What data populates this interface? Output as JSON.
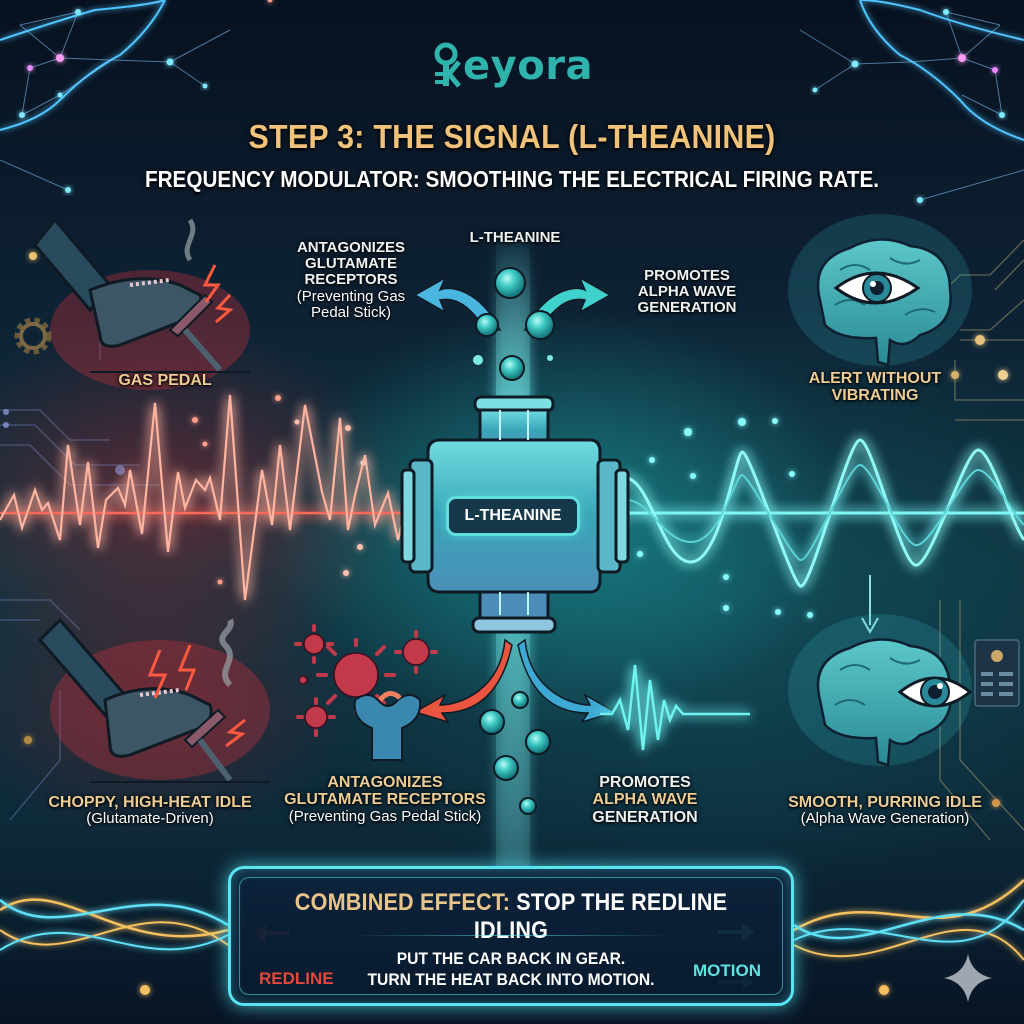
{
  "brand": {
    "logo_text": "eyora",
    "logo_full": "Keyora",
    "color": "#2fb3ad"
  },
  "header": {
    "title": "STEP 3: THE SIGNAL (L-THEANINE)",
    "subtitle": "FREQUENCY MODULATOR: SMOOTHING THE ELECTRICAL FIRING RATE."
  },
  "top_section": {
    "left": {
      "icon": "foot-on-gas-pedal-icon",
      "label": "GAS PEDAL"
    },
    "center": {
      "source_label": "L-THEANINE",
      "left_effect": {
        "lines": [
          "ANTAGONIZES",
          "GLUTAMATE",
          "RECEPTORS"
        ],
        "sub_lines": [
          "(Preventing Gas",
          "Pedal Stick)"
        ]
      },
      "right_effect": {
        "lines": [
          "PROMOTES",
          "ALPHA WAVE",
          "GENERATION"
        ]
      }
    },
    "right": {
      "icon": "brain-with-eye-icon",
      "lines": [
        "ALERT WITHOUT",
        "VIBRATING"
      ]
    }
  },
  "modulator": {
    "label": "L-THEANINE",
    "input_signal": "choppy red spike waveform",
    "output_signal": "smooth cyan sine waveform"
  },
  "bottom_section": {
    "left": {
      "icon": "foot-on-gas-pedal-icon",
      "label": "CHOPPY, HIGH-HEAT IDLE",
      "sub": "(Glutamate-Driven)"
    },
    "center_left": {
      "icon": "glutamate-receptor-blocked-icon",
      "lines": [
        "ANTAGONIZES",
        "GLUTAMATE RECEPTORS"
      ],
      "sub": "(Preventing Gas Pedal Stick)"
    },
    "center_right": {
      "icon": "alpha-wave-icon",
      "line1": "PROMOTES",
      "line2": "ALPHA WAVE",
      "line3": "GENERATION"
    },
    "right": {
      "icon": "brain-with-eye-icon",
      "label": "SMOOTH, PURRING IDLE",
      "sub": "(Alpha Wave Generation)"
    }
  },
  "combined_panel": {
    "heading_gold": "COMBINED EFFECT:",
    "heading_white": "STOP THE REDLINE IDLING",
    "body_line1": "PUT THE CAR BACK IN GEAR.",
    "body_line2": "TURN THE HEAT BACK INTO MOTION.",
    "left_label": "REDLINE",
    "right_label": "MOTION",
    "left_color": "#e2483c",
    "right_color": "#5ee3df"
  },
  "colors": {
    "title_gold": "#f0c27a",
    "label_gold": "#eccd95",
    "cyan": "#5ee3df",
    "red": "#e2483c",
    "background": "#0d2234"
  }
}
